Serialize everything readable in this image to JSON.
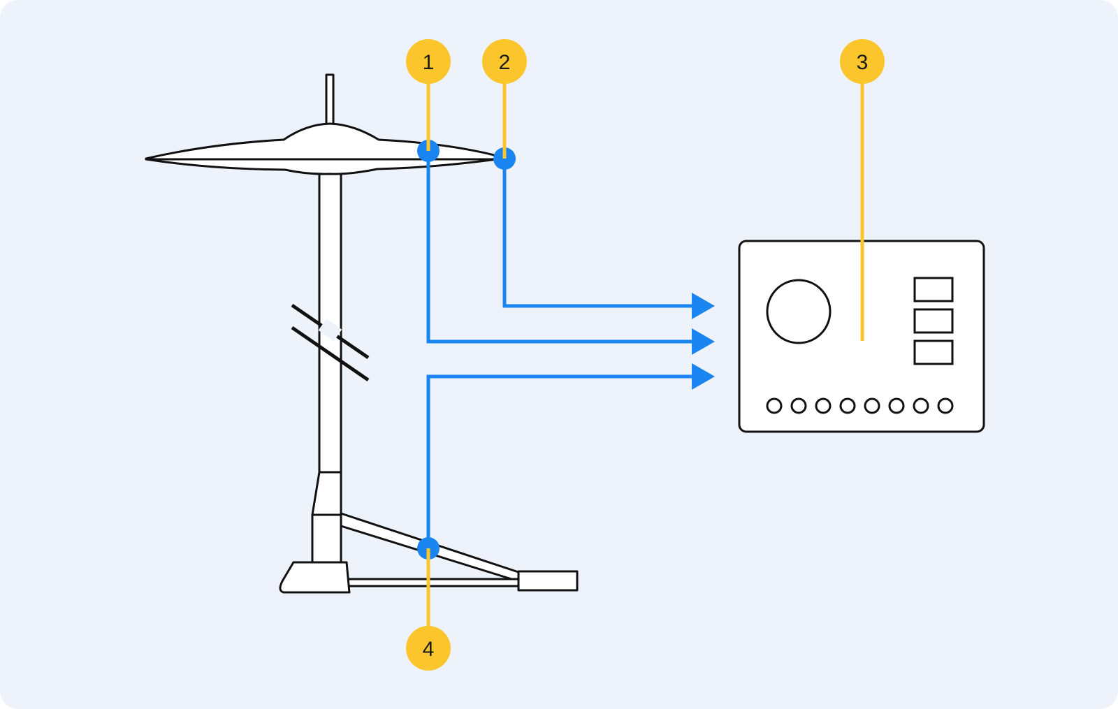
{
  "diagram": {
    "colors": {
      "background": "#eef3fb",
      "outline": "#111111",
      "signal": "#1a84f0",
      "callout": "#fbc52c",
      "fill": "#ffffff"
    },
    "callouts": [
      {
        "id": "callout-1",
        "label": "1"
      },
      {
        "id": "callout-2",
        "label": "2"
      },
      {
        "id": "callout-3",
        "label": "3"
      },
      {
        "id": "callout-4",
        "label": "4"
      }
    ],
    "module": {
      "pads": 3,
      "jacks": 8
    }
  }
}
